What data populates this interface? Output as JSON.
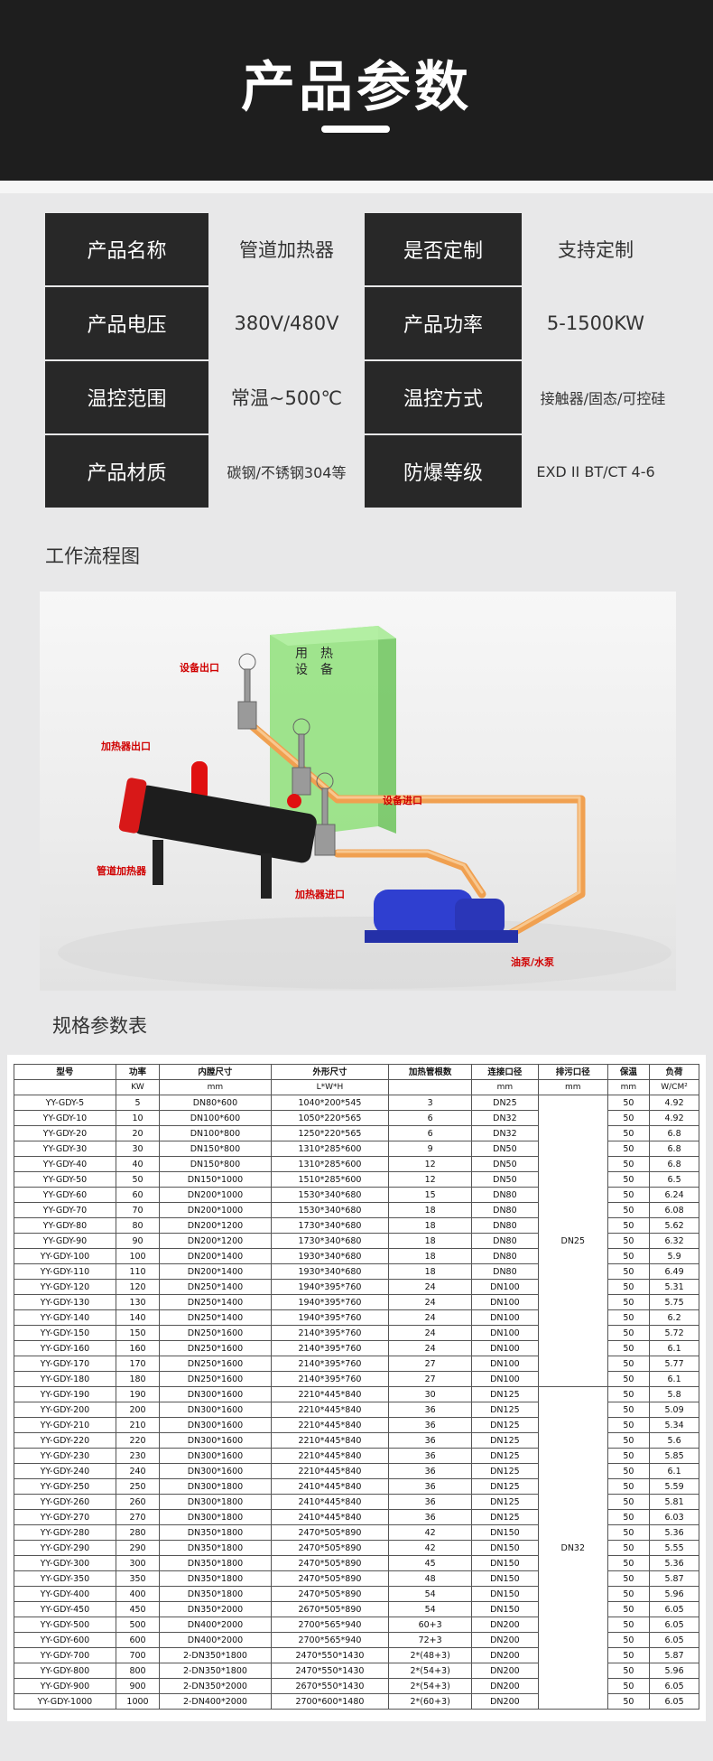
{
  "header": {
    "title": "产品参数"
  },
  "params": [
    {
      "label": "产品名称",
      "value": "管道加热器",
      "label2": "是否定制",
      "value2": "支持定制"
    },
    {
      "label": "产品电压",
      "value": "380V/480V",
      "label2": "产品功率",
      "value2": "5-1500KW"
    },
    {
      "label": "温控范围",
      "value": "常温~500℃",
      "label2": "温控方式",
      "value2": "接触器/固态/可控硅"
    },
    {
      "label": "产品材质",
      "value": "碳钢/不锈钢304等",
      "label2": "防爆等级",
      "value2": "EXD II BT/CT 4-6"
    }
  ],
  "flow": {
    "title": "工作流程图",
    "tank_text": [
      "用",
      "热",
      "设",
      "备"
    ],
    "labels": {
      "equip_out": "设备出口",
      "heater_out": "加热器出口",
      "equip_in": "设备进口",
      "heater": "管道加热器",
      "heater_in": "加热器进口",
      "pump": "油泵/水泵"
    }
  },
  "spec": {
    "title": "规格参数表",
    "headers": [
      "型号",
      "功率",
      "内膛尺寸",
      "外形尺寸",
      "加热管根数",
      "连接口径",
      "排污口径",
      "保温",
      "负荷"
    ],
    "units": [
      "",
      "KW",
      "mm",
      "L*W*H",
      "",
      "mm",
      "mm",
      "mm",
      "W/CM²"
    ],
    "drain_groups": [
      "DN25",
      "DN32"
    ],
    "rows": [
      [
        "YY-GDY-5",
        "5",
        "DN80*600",
        "1040*200*545",
        "3",
        "DN25",
        "50",
        "4.92"
      ],
      [
        "YY-GDY-10",
        "10",
        "DN100*600",
        "1050*220*565",
        "6",
        "DN32",
        "50",
        "4.92"
      ],
      [
        "YY-GDY-20",
        "20",
        "DN100*800",
        "1250*220*565",
        "6",
        "DN32",
        "50",
        "6.8"
      ],
      [
        "YY-GDY-30",
        "30",
        "DN150*800",
        "1310*285*600",
        "9",
        "DN50",
        "50",
        "6.8"
      ],
      [
        "YY-GDY-40",
        "40",
        "DN150*800",
        "1310*285*600",
        "12",
        "DN50",
        "50",
        "6.8"
      ],
      [
        "YY-GDY-50",
        "50",
        "DN150*1000",
        "1510*285*600",
        "12",
        "DN50",
        "50",
        "6.5"
      ],
      [
        "YY-GDY-60",
        "60",
        "DN200*1000",
        "1530*340*680",
        "15",
        "DN80",
        "50",
        "6.24"
      ],
      [
        "YY-GDY-70",
        "70",
        "DN200*1000",
        "1530*340*680",
        "18",
        "DN80",
        "50",
        "6.08"
      ],
      [
        "YY-GDY-80",
        "80",
        "DN200*1200",
        "1730*340*680",
        "18",
        "DN80",
        "50",
        "5.62"
      ],
      [
        "YY-GDY-90",
        "90",
        "DN200*1200",
        "1730*340*680",
        "18",
        "DN80",
        "50",
        "6.32"
      ],
      [
        "YY-GDY-100",
        "100",
        "DN200*1400",
        "1930*340*680",
        "18",
        "DN80",
        "50",
        "5.9"
      ],
      [
        "YY-GDY-110",
        "110",
        "DN200*1400",
        "1930*340*680",
        "18",
        "DN80",
        "50",
        "6.49"
      ],
      [
        "YY-GDY-120",
        "120",
        "DN250*1400",
        "1940*395*760",
        "24",
        "DN100",
        "50",
        "5.31"
      ],
      [
        "YY-GDY-130",
        "130",
        "DN250*1400",
        "1940*395*760",
        "24",
        "DN100",
        "50",
        "5.75"
      ],
      [
        "YY-GDY-140",
        "140",
        "DN250*1400",
        "1940*395*760",
        "24",
        "DN100",
        "50",
        "6.2"
      ],
      [
        "YY-GDY-150",
        "150",
        "DN250*1600",
        "2140*395*760",
        "24",
        "DN100",
        "50",
        "5.72"
      ],
      [
        "YY-GDY-160",
        "160",
        "DN250*1600",
        "2140*395*760",
        "24",
        "DN100",
        "50",
        "6.1"
      ],
      [
        "YY-GDY-170",
        "170",
        "DN250*1600",
        "2140*395*760",
        "27",
        "DN100",
        "50",
        "5.77"
      ],
      [
        "YY-GDY-180",
        "180",
        "DN250*1600",
        "2140*395*760",
        "27",
        "DN100",
        "50",
        "6.1"
      ],
      [
        "YY-GDY-190",
        "190",
        "DN300*1600",
        "2210*445*840",
        "30",
        "DN125",
        "50",
        "5.8"
      ],
      [
        "YY-GDY-200",
        "200",
        "DN300*1600",
        "2210*445*840",
        "36",
        "DN125",
        "50",
        "5.09"
      ],
      [
        "YY-GDY-210",
        "210",
        "DN300*1600",
        "2210*445*840",
        "36",
        "DN125",
        "50",
        "5.34"
      ],
      [
        "YY-GDY-220",
        "220",
        "DN300*1600",
        "2210*445*840",
        "36",
        "DN125",
        "50",
        "5.6"
      ],
      [
        "YY-GDY-230",
        "230",
        "DN300*1600",
        "2210*445*840",
        "36",
        "DN125",
        "50",
        "5.85"
      ],
      [
        "YY-GDY-240",
        "240",
        "DN300*1600",
        "2210*445*840",
        "36",
        "DN125",
        "50",
        "6.1"
      ],
      [
        "YY-GDY-250",
        "250",
        "DN300*1800",
        "2410*445*840",
        "36",
        "DN125",
        "50",
        "5.59"
      ],
      [
        "YY-GDY-260",
        "260",
        "DN300*1800",
        "2410*445*840",
        "36",
        "DN125",
        "50",
        "5.81"
      ],
      [
        "YY-GDY-270",
        "270",
        "DN300*1800",
        "2410*445*840",
        "36",
        "DN125",
        "50",
        "6.03"
      ],
      [
        "YY-GDY-280",
        "280",
        "DN350*1800",
        "2470*505*890",
        "42",
        "DN150",
        "50",
        "5.36"
      ],
      [
        "YY-GDY-290",
        "290",
        "DN350*1800",
        "2470*505*890",
        "42",
        "DN150",
        "50",
        "5.55"
      ],
      [
        "YY-GDY-300",
        "300",
        "DN350*1800",
        "2470*505*890",
        "45",
        "DN150",
        "50",
        "5.36"
      ],
      [
        "YY-GDY-350",
        "350",
        "DN350*1800",
        "2470*505*890",
        "48",
        "DN150",
        "50",
        "5.87"
      ],
      [
        "YY-GDY-400",
        "400",
        "DN350*1800",
        "2470*505*890",
        "54",
        "DN150",
        "50",
        "5.96"
      ],
      [
        "YY-GDY-450",
        "450",
        "DN350*2000",
        "2670*505*890",
        "54",
        "DN150",
        "50",
        "6.05"
      ],
      [
        "YY-GDY-500",
        "500",
        "DN400*2000",
        "2700*565*940",
        "60+3",
        "DN200",
        "50",
        "6.05"
      ],
      [
        "YY-GDY-600",
        "600",
        "DN400*2000",
        "2700*565*940",
        "72+3",
        "DN200",
        "50",
        "6.05"
      ],
      [
        "YY-GDY-700",
        "700",
        "2-DN350*1800",
        "2470*550*1430",
        "2*(48+3)",
        "DN200",
        "50",
        "5.87"
      ],
      [
        "YY-GDY-800",
        "800",
        "2-DN350*1800",
        "2470*550*1430",
        "2*(54+3)",
        "DN200",
        "50",
        "5.96"
      ],
      [
        "YY-GDY-900",
        "900",
        "2-DN350*2000",
        "2670*550*1430",
        "2*(54+3)",
        "DN200",
        "50",
        "6.05"
      ],
      [
        "YY-GDY-1000",
        "1000",
        "2-DN400*2000",
        "2700*600*1480",
        "2*(60+3)",
        "DN200",
        "50",
        "6.05"
      ]
    ]
  }
}
